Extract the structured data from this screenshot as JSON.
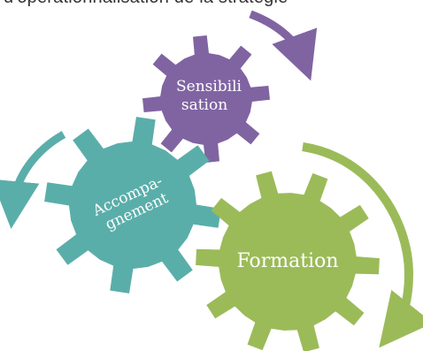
{
  "header": {
    "partial_text": "d'opérationnalisation de la stratégie"
  },
  "gears": [
    {
      "id": "sensibilisation",
      "lines": [
        "Sensibili",
        "sation"
      ],
      "color": "#8064a2"
    },
    {
      "id": "accompagnement",
      "lines": [
        "Accompa-",
        "gnement"
      ],
      "color": "#4bacc6"
    },
    {
      "id": "formation",
      "lines": [
        "Formation"
      ],
      "color": "#9bbb59"
    }
  ],
  "colors": {
    "purple": "#8064a2",
    "teal": "#5aaeaa",
    "green": "#9bbb59"
  }
}
